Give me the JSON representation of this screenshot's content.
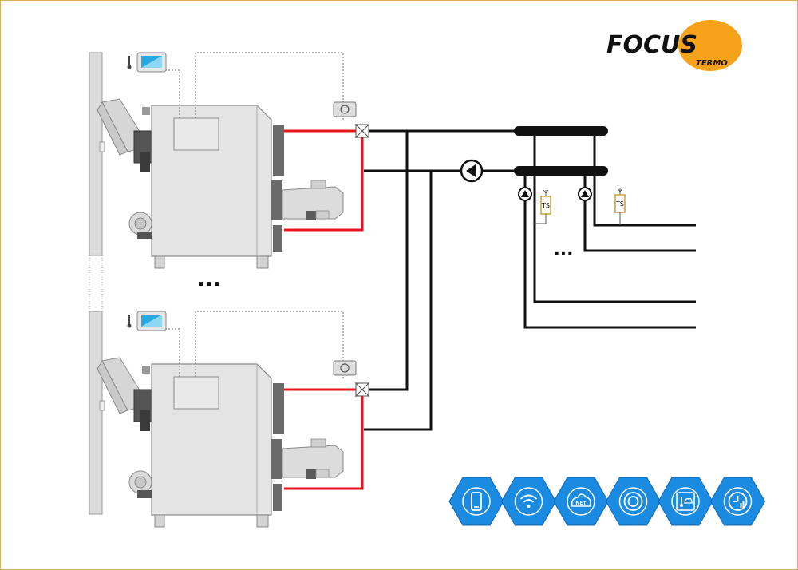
{
  "brand": {
    "name_part1": "FO",
    "name_part2": "C",
    "name_part3": "US",
    "sub": "TERMO",
    "accent": "#f6a21a"
  },
  "colors": {
    "supply": "#e8141b",
    "pipe": "#111111",
    "boiler": "#e3e3e3",
    "hex_icon": "#1a8be0"
  },
  "sensor_label": "TS",
  "ellipsis": "...",
  "icons": [
    {
      "name": "smartphone-icon"
    },
    {
      "name": "wifi-icon"
    },
    {
      "name": "net-icon",
      "label": "NET"
    },
    {
      "name": "thermostat-icon"
    },
    {
      "name": "weather-sensor-icon"
    },
    {
      "name": "timer-icon"
    }
  ]
}
